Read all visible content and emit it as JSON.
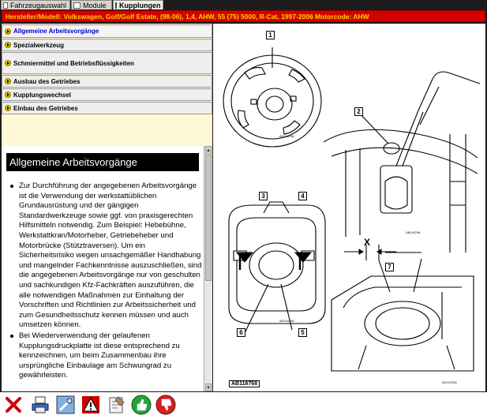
{
  "tabs": [
    {
      "label": "Fahrzeugauswahl",
      "active": false
    },
    {
      "label": "Module",
      "active": false
    },
    {
      "label": "Kupplungen",
      "active": true
    }
  ],
  "vehicle_line": "Hersteller/Modell: Volkswagen, Golf/Golf Estate, (98-06), 1,4, AHW, 55 (75) 5000, R-Cat, 1997-2006  Motorcode: AHW",
  "nav": {
    "items": [
      {
        "label": "Allgemeine Arbeitsvorgänge",
        "active": true
      },
      {
        "label": "Spezialwerkzeug",
        "active": false
      },
      {
        "label": "Schmiermittel und Betriebsflüssigkeiten",
        "active": false
      },
      {
        "label": "Ausbau des Getriebes",
        "active": false
      },
      {
        "label": "Kupplungswechsel",
        "active": false
      },
      {
        "label": "Einbau des Getriebes",
        "active": false
      }
    ]
  },
  "content": {
    "heading": "Allgemeine Arbeitsvorgänge",
    "bullets": [
      "Zur Durchführung der angegebenen Arbeitsvorgänge ist die Verwendung der werkstattüblichen Grundausrüstung und der gängigen Standardwerkzeuge sowie ggf. von praxisgerechten Hilfsmitteln notwendig. Zum Beispiel: Hebebühne, Werkstattkran/Motorheber, Getriebeheber und Motorbrücke (Stütztraversen). Um ein Sicherheitsrisiko wegen unsachgemäßer Handhabung und mangelnder Fachkenntnisse auszuschließen, sind die angegebenen Arbeitsvorgänge nur von geschulten und sachkundigen Kfz-Fachkräften auszuführen, die alle notwendigen Maßnahmen zur Einhaltung der Vorschriften und Richtlinien zur Arbeitssicherheit und zum Gesundheitsschutz kennen müssen und auch umsetzen können.",
      "Bei Wiederverwendung der gelaufenen Kupplungsdruckplatte ist diese entsprechend zu kennzeichnen, um beim Zusammenbau ihre ursprüngliche Einbaulage am Schwungrad zu gewährleisten."
    ]
  },
  "figure": {
    "id": "AB116768",
    "callouts": [
      "1",
      "2",
      "3",
      "4",
      "5",
      "6",
      "7"
    ],
    "dimension_label": "X",
    "sub_refs": [
      "AD116746",
      "AB116746",
      "AD116746",
      "AD116766"
    ]
  },
  "toolbar": {
    "buttons": [
      {
        "icon": "close-x-icon"
      },
      {
        "icon": "printer-icon"
      },
      {
        "icon": "tools-icon"
      },
      {
        "icon": "warning-icon"
      },
      {
        "icon": "notepad-icon"
      },
      {
        "icon": "thumbs-up-icon"
      },
      {
        "icon": "thumbs-down-icon"
      }
    ]
  },
  "colors": {
    "vehicle_bar_bg": "#d40000",
    "vehicle_bar_text": "#ffd400",
    "nav_bg": "#fff8d6",
    "active_nav_text": "#0000cc",
    "heading_bg": "#000000"
  }
}
